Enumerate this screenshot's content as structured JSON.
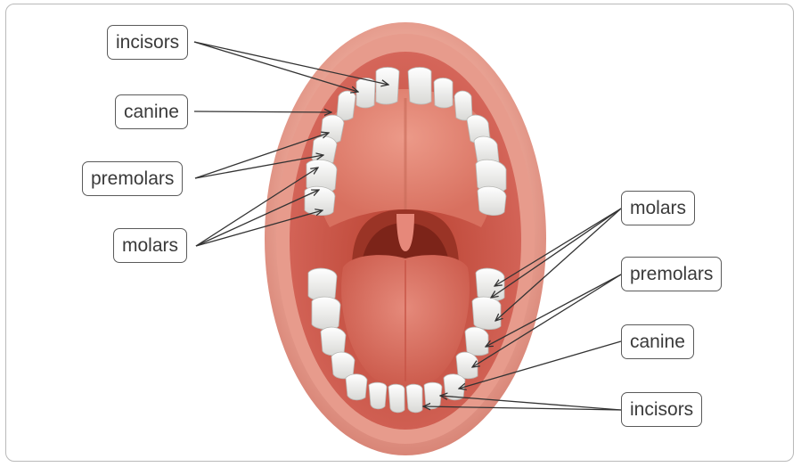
{
  "labels": {
    "upper_incisors": "incisors",
    "upper_canine": "canine",
    "upper_premolars": "premolars",
    "upper_molars": "molars",
    "lower_molars": "molars",
    "lower_premolars": "premolars",
    "lower_canine": "canine",
    "lower_incisors": "incisors"
  },
  "colors": {
    "lips": "#d9867a",
    "lip_highlight": "#efb4a8",
    "mouth_interior": "#c9523f",
    "palate": "#e07d6c",
    "throat": "#8e2e22",
    "tongue": "#d96a5c",
    "tooth": "#f4f4f2",
    "tooth_shadow": "#c8c8c8",
    "leader_line": "#333333"
  }
}
